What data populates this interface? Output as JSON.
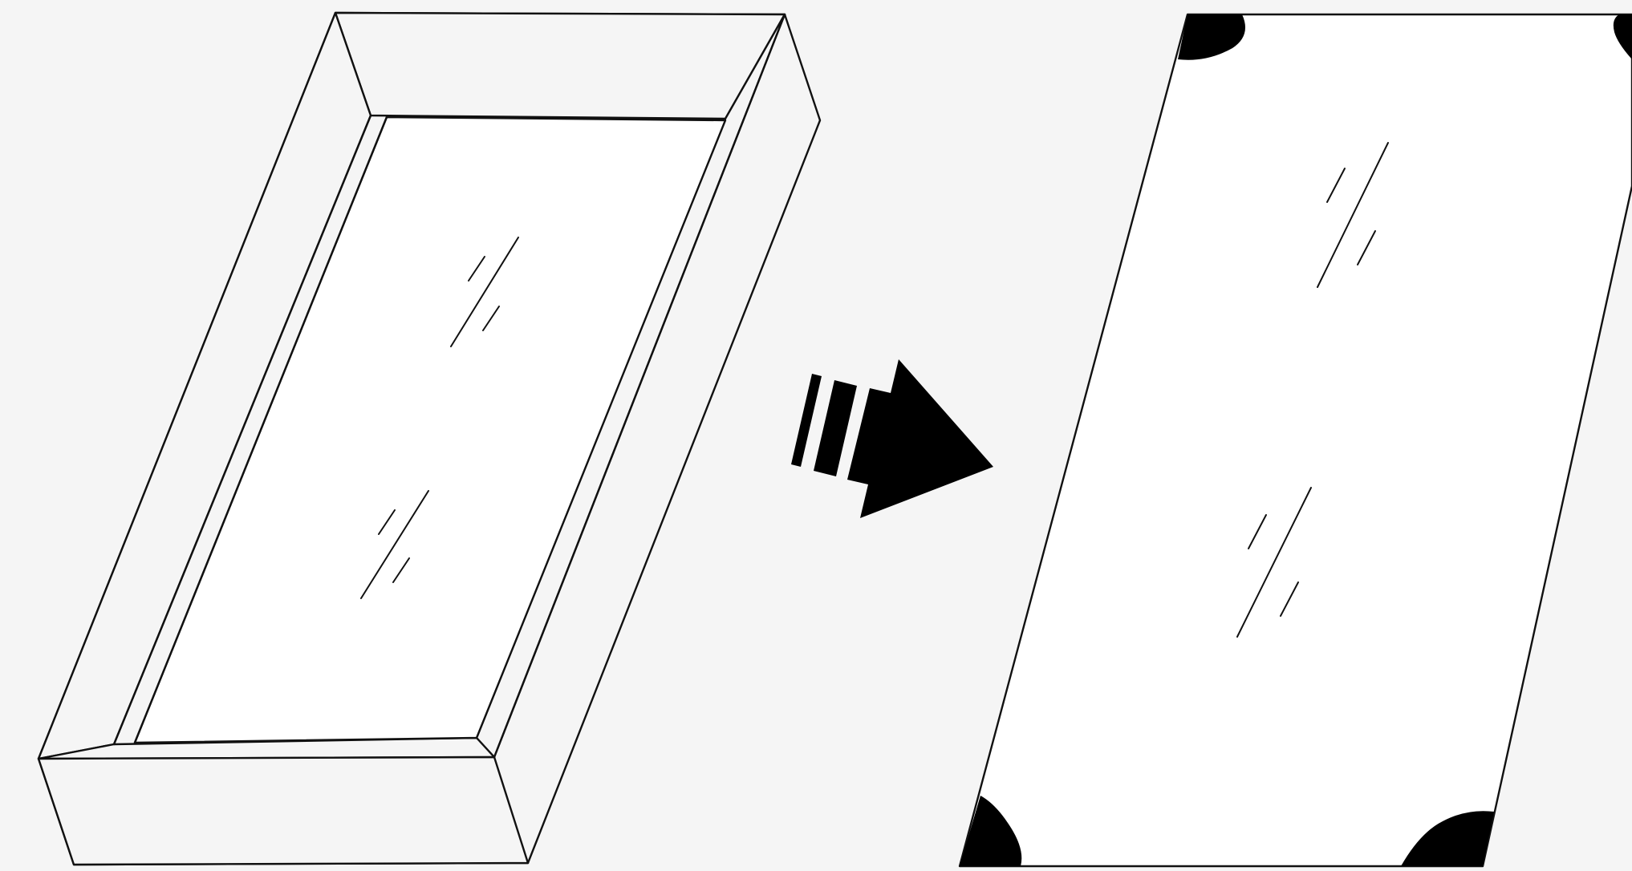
{
  "diagram": {
    "kind": "instruction-illustration",
    "steps": [
      {
        "name": "framed-glass-panel",
        "icon": "glass-in-frame-icon"
      },
      {
        "name": "transition-arrow",
        "icon": "speed-arrow-icon"
      },
      {
        "name": "frameless-glass-panel",
        "icon": "glass-with-corner-clips-icon"
      }
    ],
    "colors": {
      "background": "#f5f5f5",
      "glass_fill": "#ffffff",
      "line": "#111111",
      "arrow": "#000000"
    }
  }
}
